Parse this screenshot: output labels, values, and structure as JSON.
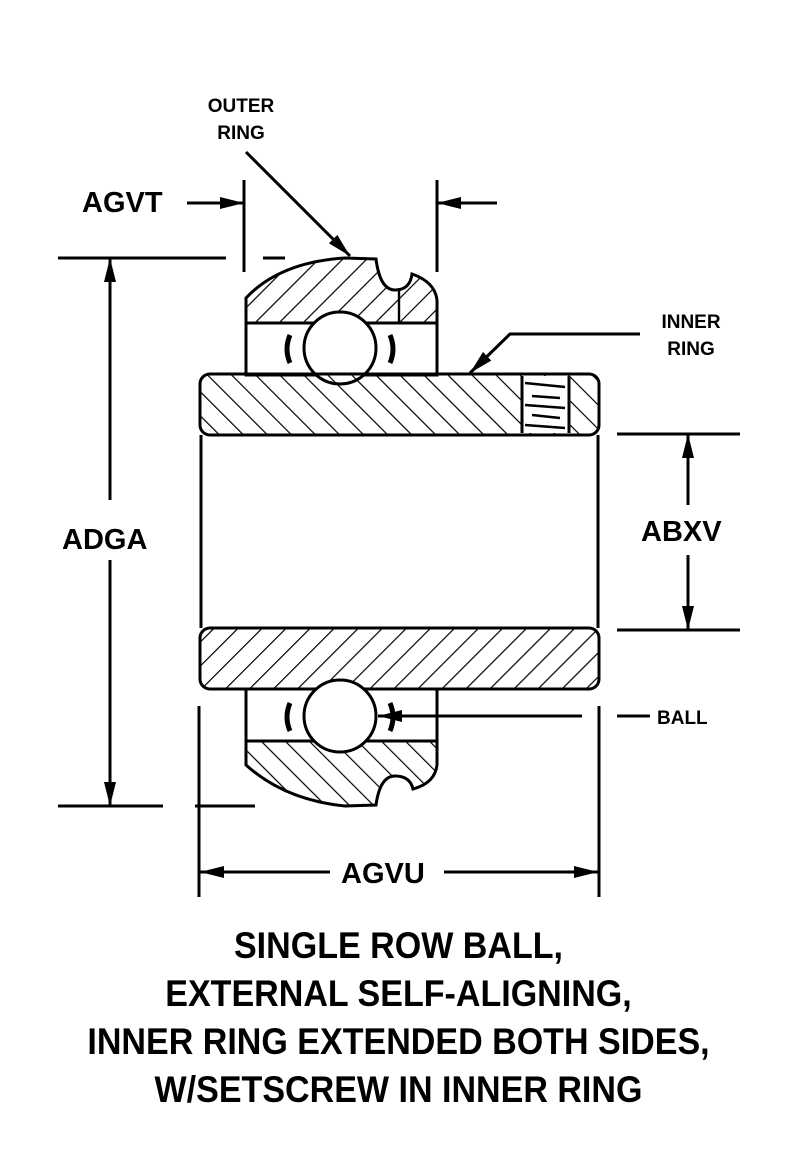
{
  "drawing": {
    "type": "bearing-cross-section",
    "colors": {
      "ink": "#000000",
      "paper": "#ffffff"
    },
    "dimensions": {
      "agvt": "AGVT",
      "adga": "ADGA",
      "abxv": "ABXV",
      "agvu": "AGVU"
    },
    "callouts": {
      "outer_ring": [
        "OUTER",
        "RING"
      ],
      "inner_ring": [
        "INNER",
        "RING"
      ],
      "ball": "BALL"
    }
  },
  "caption": {
    "lines": [
      "SINGLE ROW BALL,",
      "EXTERNAL SELF-ALIGNING,",
      "INNER RING EXTENDED BOTH SIDES,",
      "W/SETSCREW IN INNER RING"
    ]
  }
}
